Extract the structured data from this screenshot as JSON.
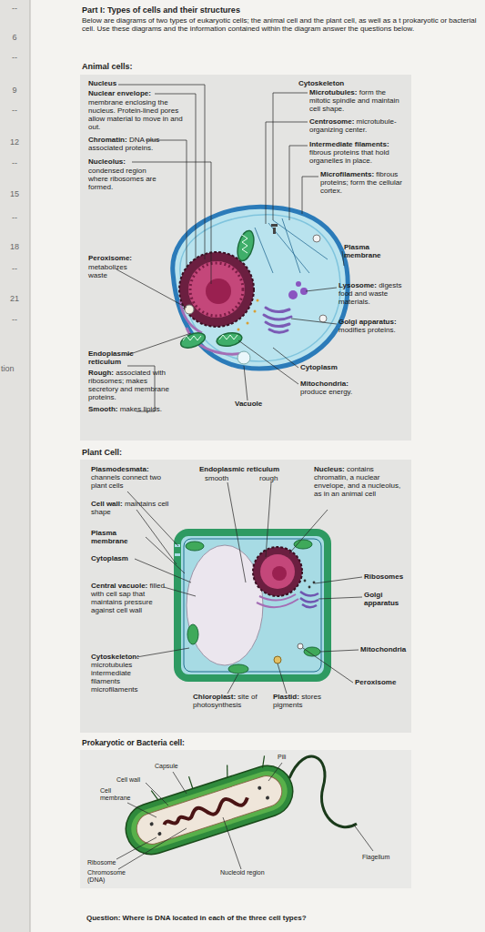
{
  "diagram": {
    "title": "Part I: Types of cells and their structures",
    "labels": [
      "--",
      "6",
      "--",
      "9",
      "--",
      "12",
      "--",
      "15",
      "--",
      "18",
      "--",
      "21",
      "--",
      "tion",
      "Below are diagrams of two types of eukaryotic cells; the animal cell and the plant cell, as well as a t prokaryotic or bacterial cell. Use these diagrams and the information contained within the diagram answer the questions below.",
      "Animal cells:",
      "Nucleus",
      "Nuclear envelope:",
      "membrane enclosing the nucleus. Protein-lined pores allow material to move in and out.",
      "Chromatin:",
      "DNA plus associated proteins.",
      "Nucleolus:",
      "condensed region where ribosomes are formed.",
      "Peroxisome:",
      "metabolizes waste",
      "Endoplasmic reticulum",
      "Rough:",
      "associated with ribosomes; makes secretory and membrane proteins.",
      "Smooth:",
      "makes lipids.",
      "Cytoskeleton",
      "Microtubules:",
      "form the mitotic spindle and maintain cell shape.",
      "Centrosome:",
      "microtubule-organizing center.",
      "Intermediate filaments:",
      "fibrous proteins that hold organelles in place.",
      "Microfilaments:",
      "fibrous proteins; form the cellular cortex.",
      "Plasma membrane",
      "Lysosome:",
      "digests food and waste materials.",
      "Golgi apparatus:",
      "modifies proteins.",
      "Cytoplasm",
      "Mitochondria:",
      "produce energy.",
      "Vacuole",
      "Plant Cell:",
      "Plasmodesmata:",
      "channels connect two plant cells",
      "Endoplasmic reticulum",
      "smooth",
      "rough",
      "Nucleus:",
      "contains chromatin, a nuclear envelope, and a nucleolus, as in an animal cell",
      "Cell wall:",
      "maintains cell shape",
      "Plasma membrane",
      "Cytoplasm",
      "Ribosomes",
      "Golgi apparatus",
      "Central vacuole:",
      "filled with cell sap that maintains pressure against cell wall",
      "Mitochondria",
      "Cytoskeleton:",
      "microtubules intermediate filaments microfilaments",
      "Peroxisome",
      "Chloroplast:",
      "site of photosynthesis",
      "Plastid:",
      "stores pigments",
      "Prokaryotic or Bacteria cell:",
      "Pili",
      "Capsule",
      "Cell wall",
      "Cell membrane",
      "Flagellum",
      "Ribosome",
      "Chromosome (DNA)",
      "Nucleoid region",
      "Question: Where is DNA located in each of the three cell types?"
    ]
  }
}
